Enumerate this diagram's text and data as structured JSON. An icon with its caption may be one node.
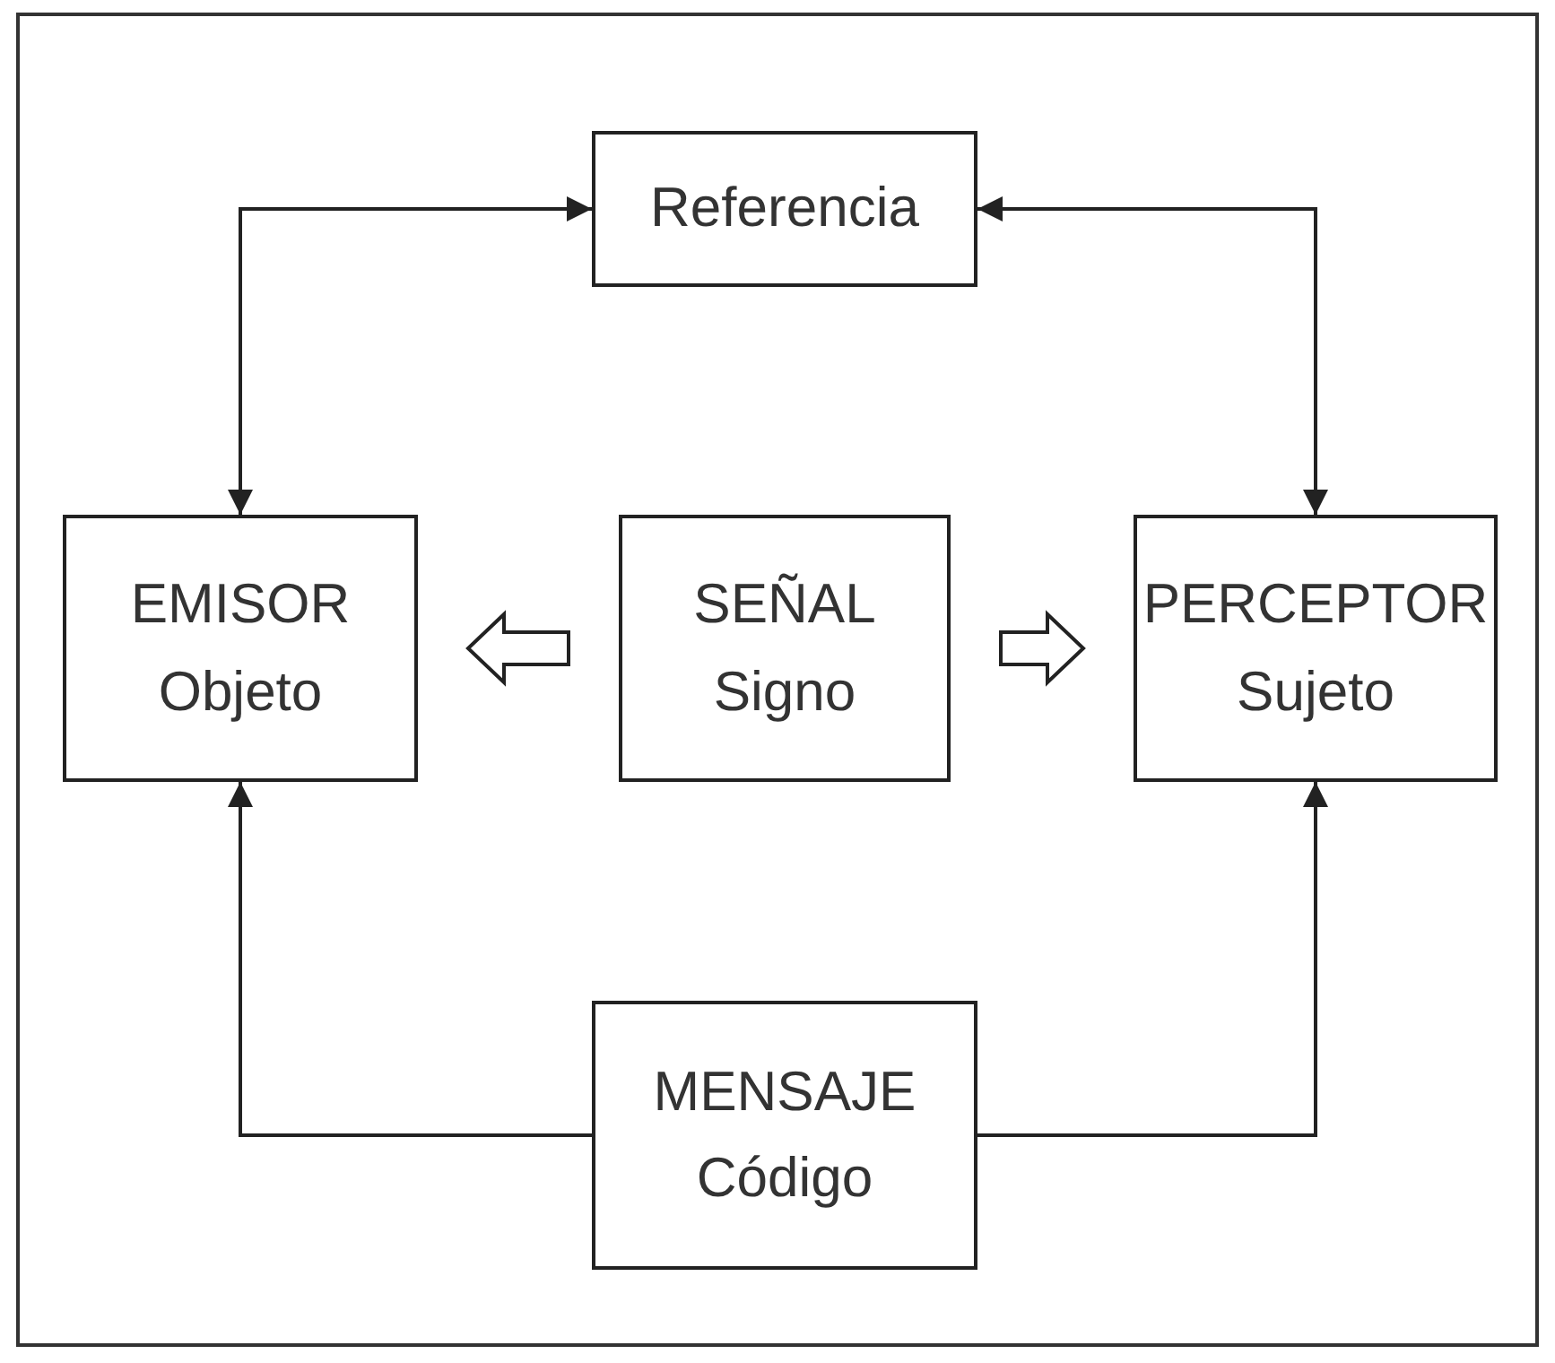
{
  "diagram": {
    "nodes": [
      {
        "text": [
          "Referencia"
        ]
      },
      {
        "text": [
          "EMISOR",
          "Objeto"
        ]
      },
      {
        "text": [
          "SEÑAL",
          "Signo"
        ]
      },
      {
        "text": [
          "PERCEPTOR",
          "Sujeto"
        ]
      },
      {
        "text": [
          "MENSAJE",
          "Código"
        ]
      }
    ],
    "edges": [
      {
        "from": 0,
        "to": 1,
        "arrow": "both"
      },
      {
        "from": 0,
        "to": 3,
        "arrow": "both"
      },
      {
        "from": 2,
        "to": 1,
        "arrow": "to",
        "style": "thick"
      },
      {
        "from": 2,
        "to": 3,
        "arrow": "to",
        "style": "thick"
      },
      {
        "from": 4,
        "to": 1,
        "arrow": "to"
      },
      {
        "from": 4,
        "to": 3,
        "arrow": "to"
      }
    ]
  }
}
